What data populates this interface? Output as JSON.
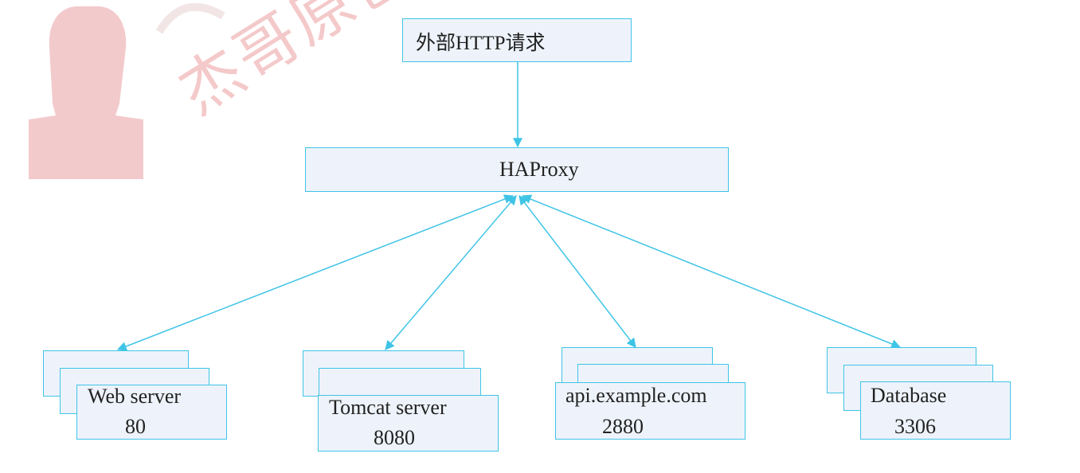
{
  "nodes": {
    "request": {
      "label": "外部HTTP请求"
    },
    "haproxy": {
      "label": "HAProxy"
    },
    "web": {
      "name": "Web server",
      "port": "80"
    },
    "tomcat": {
      "name": "Tomcat server",
      "port": "8080"
    },
    "api": {
      "name": "api.example.com",
      "port": "2880"
    },
    "db": {
      "name": "Database",
      "port": "3306"
    }
  },
  "watermark": {
    "text": "杰哥原创",
    "color": "#e8898c"
  },
  "colors": {
    "line": "#3fc4e6",
    "box_fill": "#eef3fb"
  }
}
